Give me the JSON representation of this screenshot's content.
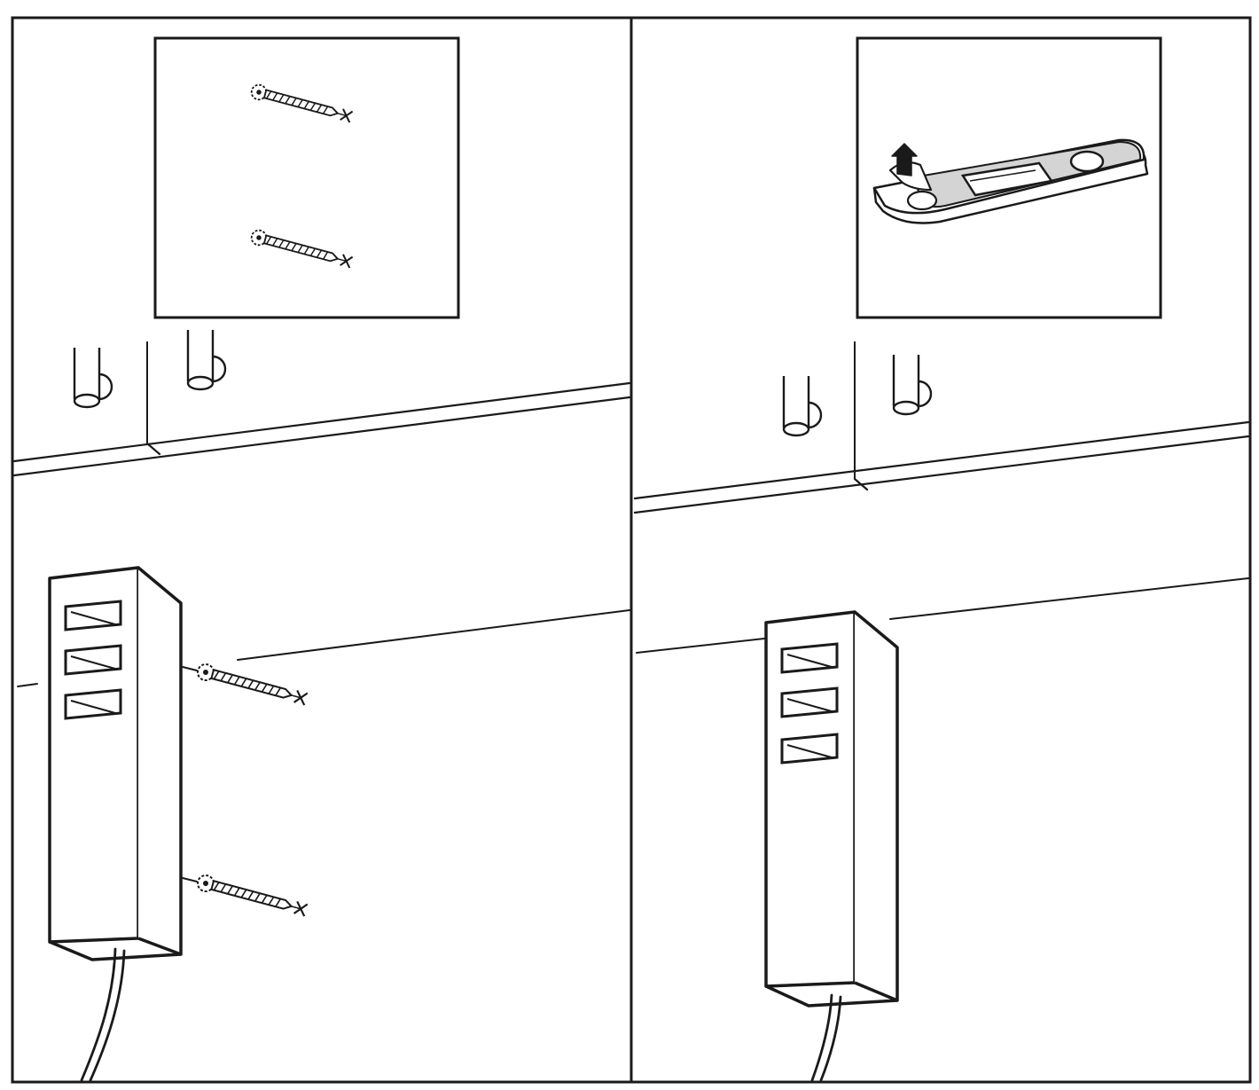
{
  "figure": {
    "description_free": true,
    "panels": [
      {
        "id": "step-left",
        "content": "screw-mount"
      },
      {
        "id": "step-right",
        "content": "adhesive-mount"
      }
    ]
  },
  "colors": {
    "ink": "#1a1a1a",
    "paper": "#ffffff",
    "tape": "#d4d4d4"
  },
  "icons": [
    "screw-icon",
    "adhesive-pad-icon",
    "peel-arrow-icon",
    "power-outlet-icon",
    "cable-icon"
  ]
}
